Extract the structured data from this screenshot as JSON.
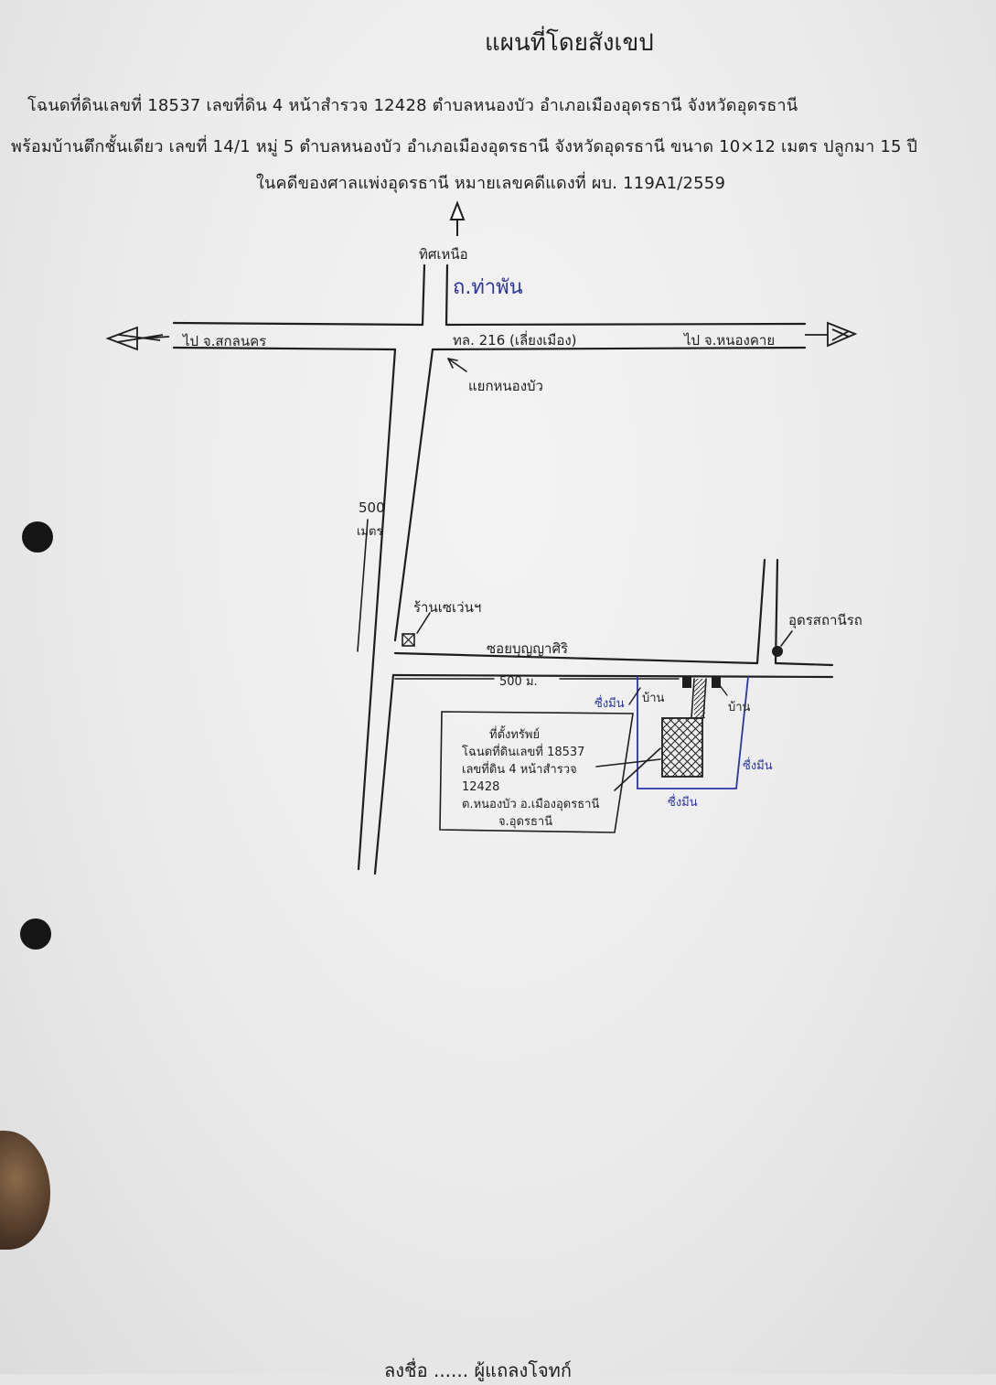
{
  "document": {
    "title": "แผนที่โดยสังเขป",
    "header_lines": [
      "โฉนดที่ดินเลขที่ 18537 เลขที่ดิน 4 หน้าสำรวจ 12428 ตำบลหนองบัว อำเภอเมืองอุดรธานี จังหวัดอุดรธานี",
      "พร้อมบ้านตึกชั้นเดียว เลขที่ 14/1 หมู่ 5 ตำบลหนองบัว อำเภอเมืองอุดรธานี จังหวัดอุดรธานี ขนาด 10×12 เมตร ปลูกมา 15 ปี",
      "ในคดีของศาลแพ่งอุดรธานี หมายเลขคดีแดงที่ ผบ. 119A1/2559"
    ],
    "footer_partial": "ลงชื่อ ...... ผู้แถลงโจทก์"
  },
  "map": {
    "north_label": "ทิศเหนือ",
    "north_road_label": "ถ.ท่าพัน",
    "west_direction": "ไป จ.สกลนคร",
    "main_road": "ทล. 216 (เลี่ยงเมือง)",
    "east_direction": "ไป จ.หนองคาย",
    "intersection": "แยกหนองบัว",
    "distance_side_value": "500",
    "distance_side_unit": "เมตร",
    "distance_soi": "500 ม.",
    "shop_label": "ร้านเซเว่นฯ",
    "soi_name": "ซอยบุญญาศิริ",
    "terminal_label": "อุดรสถานีรถ",
    "house_top_left": "บ้าน",
    "house_top_right": "บ้าน",
    "neighbor_left": "ซื่งมีน",
    "neighbor_right": "ซื่งมีน",
    "neighbor_bottom": "ซื่งมีน",
    "property_box": {
      "title": "ที่ตั้งทรัพย์",
      "line1": "โฉนดที่ดินเลขที่ 18537",
      "line2": "เลขที่ดิน 4 หน้าสำรวจ 12428",
      "line3": "ต.หนองบัว อ.เมืองอุดรธานี",
      "line4": "จ.อุดรธานี"
    }
  },
  "colors": {
    "ink": "#1e1e1e",
    "blue_ink": "#2b35a3",
    "paper": "#efefef"
  }
}
